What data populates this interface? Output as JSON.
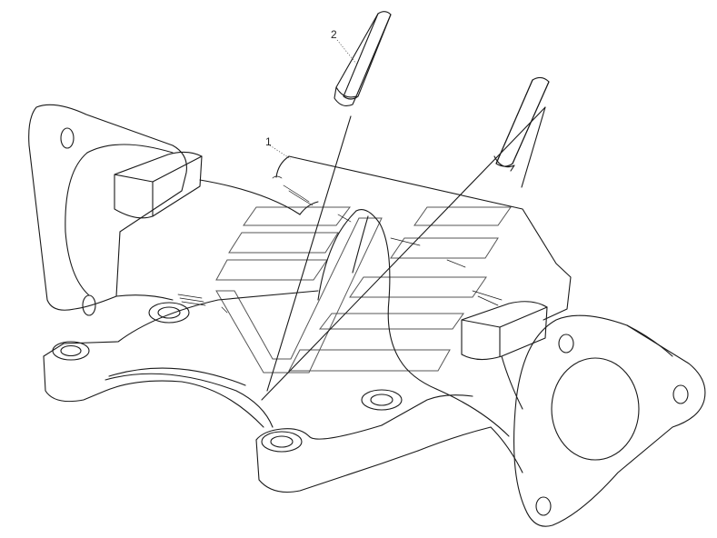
{
  "callouts": [
    {
      "id": "part-1",
      "label": "1"
    },
    {
      "id": "part-2",
      "label": "2"
    }
  ],
  "colors": {
    "line": "#1a1a1a",
    "background": "#ffffff",
    "watermark": "#555555"
  }
}
